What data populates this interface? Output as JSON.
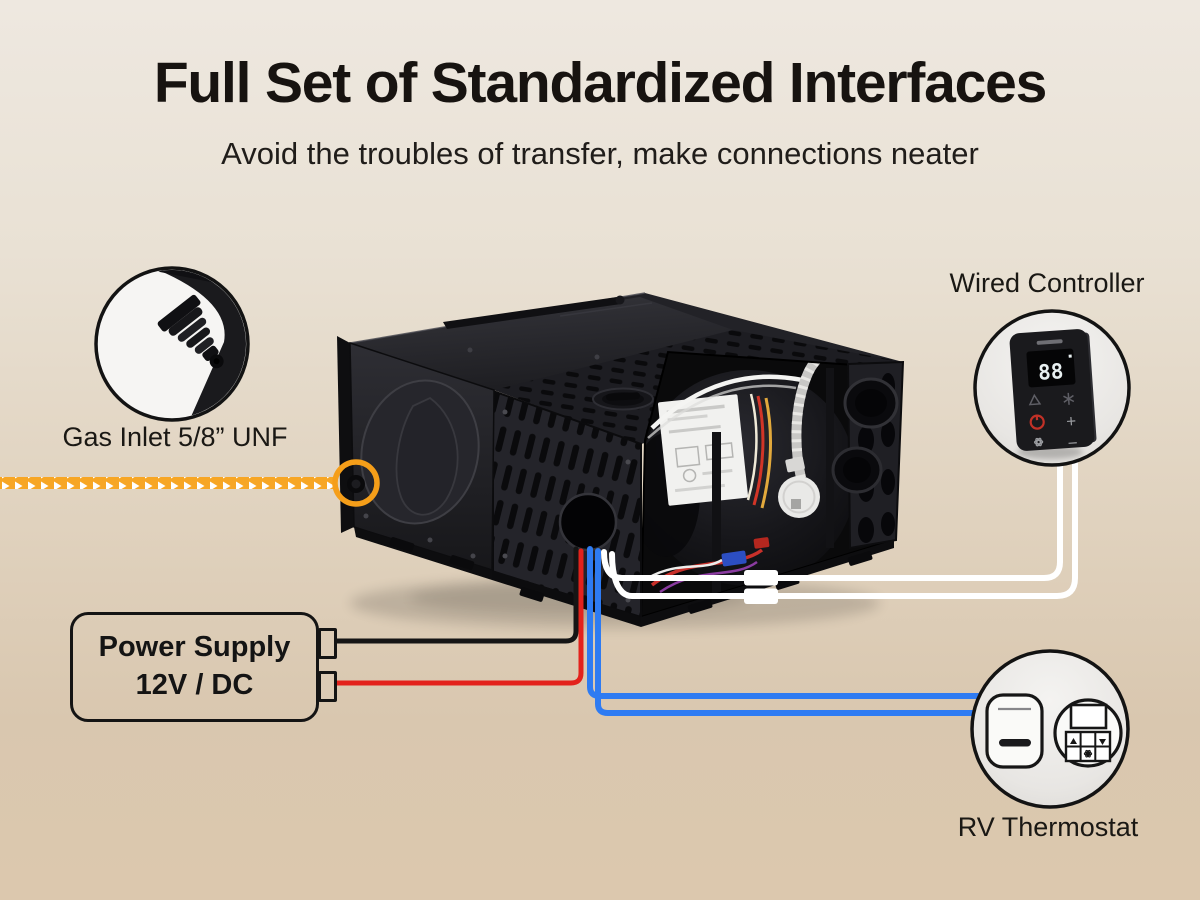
{
  "header": {
    "title": "Full Set of Standardized Interfaces",
    "subtitle": "Avoid the troubles of transfer, make connections neater"
  },
  "callouts": {
    "gas_inlet": {
      "label": "Gas Inlet 5/8” UNF"
    },
    "wired_controller": {
      "label": "Wired Controller"
    },
    "rv_thermostat": {
      "label": "RV Thermostat"
    },
    "power_supply": {
      "line1": "Power Supply",
      "line2": "12V / DC"
    }
  },
  "controller": {
    "display_value": "88",
    "plus_label": "+",
    "minus_label": "−"
  },
  "colors": {
    "background_top": "#eee8e0",
    "background_bottom": "#dcc8ae",
    "accent_yellow_band": "#F7A625",
    "highlight_ring_orange": "#F59E19",
    "wire_blue": "#2E7BF2",
    "wire_red": "#E3221C",
    "wire_black": "#151515",
    "wire_white": "#FFFFFF",
    "text_dark": "#171310"
  },
  "icons": {
    "gas_flow_arrows": "white right-chevrons on yellow band",
    "gas_fitting": "flared gas inlet fitting macro photo",
    "controller_power_button": "red power ring",
    "controller_fan_button": "fan petals glyph",
    "thermostat_body": "rounded thermostat with slot",
    "thermostat_keypad": "circular keypad with up/down/fan keys"
  }
}
